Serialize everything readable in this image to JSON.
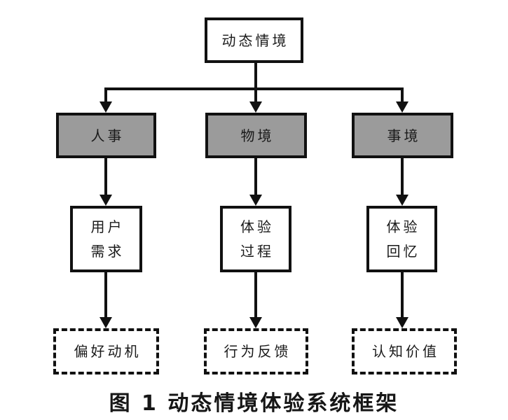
{
  "figure": {
    "caption": "图 1 动态情境体验系统框架",
    "nodes": {
      "root": "动态情境",
      "contexts": [
        "人事",
        "物境",
        "事境"
      ],
      "middle": [
        {
          "line1": "用户",
          "line2": "需求"
        },
        {
          "line1": "体验",
          "line2": "过程"
        },
        {
          "line1": "体验",
          "line2": "回忆"
        }
      ],
      "outcomes": [
        "偏好动机",
        "行为反馈",
        "认知价值"
      ]
    },
    "colors": {
      "node_fill_gray": "#9b9b9b",
      "line_black": "#111111",
      "page_background": "#ffffff"
    }
  }
}
